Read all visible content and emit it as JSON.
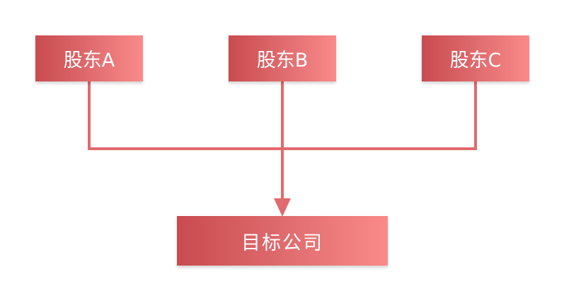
{
  "diagram": {
    "type": "ownership-structure",
    "shareholders": [
      {
        "label": "股东A"
      },
      {
        "label": "股东B"
      },
      {
        "label": "股东C"
      }
    ],
    "target": {
      "label": "目标公司"
    },
    "colors": {
      "box_gradient_start": "#c94b4f",
      "box_gradient_end": "#fa8a89",
      "connector": "#e06a6c",
      "text": "#ffffff",
      "background": "#ffffff"
    }
  }
}
